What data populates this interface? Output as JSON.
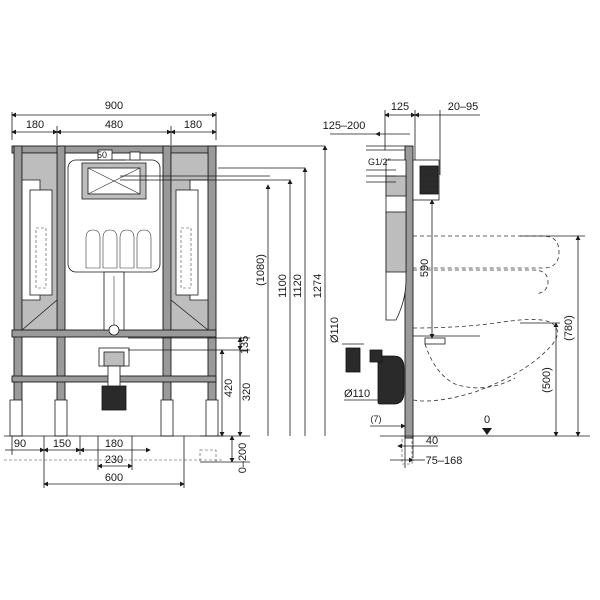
{
  "front_view": {
    "dim_total_width": "900",
    "dim_side_left": "180",
    "dim_middle": "480",
    "dim_side_right": "180",
    "dim_flush_plate": "50",
    "dim_h_1080": "(1080)",
    "dim_h_1100": "1100",
    "dim_h_1120": "1120",
    "dim_h_1274": "1274",
    "dim_135": "135",
    "dim_420": "420",
    "dim_320": "320",
    "dim_leg_adjust": "0–200",
    "dim_90": "90",
    "dim_150": "150",
    "dim_180_bottom": "180",
    "dim_230": "230",
    "dim_600": "600"
  },
  "side_view": {
    "dim_125": "125",
    "dim_20_95": "20–95",
    "dim_125_200": "125–200",
    "label_water_inlet": "G1/2\"",
    "dim_590": "590",
    "label_pipe_top": "Ø110",
    "label_pipe_bottom": "Ø110",
    "dim_780": "(780)",
    "dim_500": "(500)",
    "dim_7": "(7)",
    "dim_40": "40",
    "dim_75_168": "75–168",
    "label_floor_zero": "0"
  }
}
